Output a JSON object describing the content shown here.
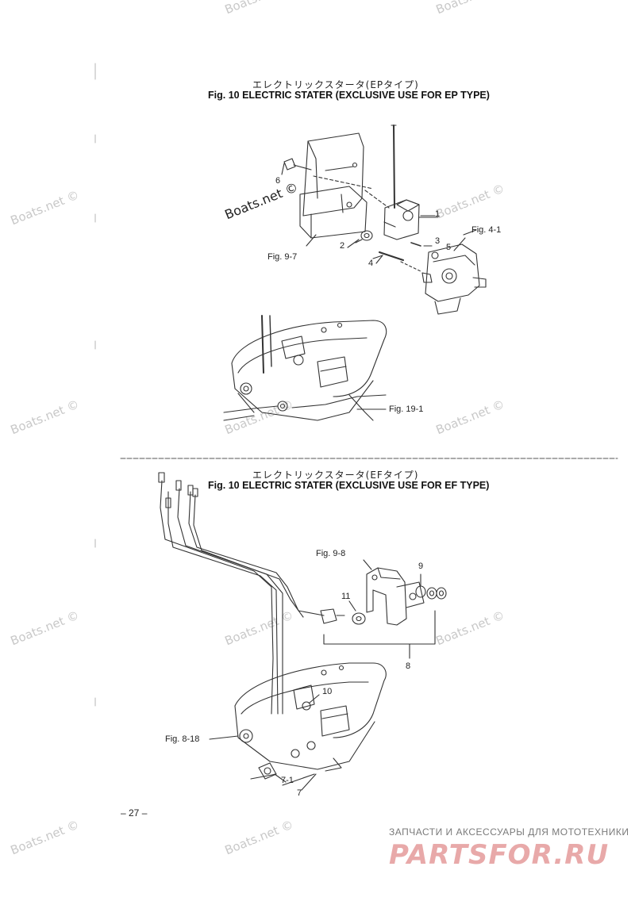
{
  "figure_top": {
    "title_ja": "エレクトリックスタータ(EPタイプ)",
    "title_en": "Fig. 10    ELECTRIC STATER (EXCLUSIVE USE FOR EP TYPE)",
    "callouts": {
      "c6": "6",
      "c1": "1",
      "c2": "2",
      "c3": "3",
      "c4": "4",
      "c5": "5",
      "fig_4_1": "Fig. 4-1",
      "fig_9_7": "Fig. 9-7",
      "fig_19_1": "Fig. 19-1"
    }
  },
  "figure_bottom": {
    "title_ja": "エレクトリックスタータ(EFタイプ)",
    "title_en": "Fig. 10    ELECTRIC STATER (EXCLUSIVE USE FOR EF TYPE)",
    "callouts": {
      "fig_9_8": "Fig. 9-8",
      "c9": "9",
      "c11": "11",
      "c8": "8",
      "c10": "10",
      "fig_8_18": "Fig. 8-18",
      "c7_1": "7-1",
      "c7": "7"
    }
  },
  "page_number": "– 27 –",
  "watermarks": {
    "boats_copy": "Boats.net ©",
    "boats_bold": "Boats.net ©"
  },
  "logo": {
    "tagline": "ЗАПЧАСТИ И АКСЕССУАРЫ ДЛЯ МОТОТЕХНИКИ",
    "brand": "PARTSFOR.RU"
  }
}
